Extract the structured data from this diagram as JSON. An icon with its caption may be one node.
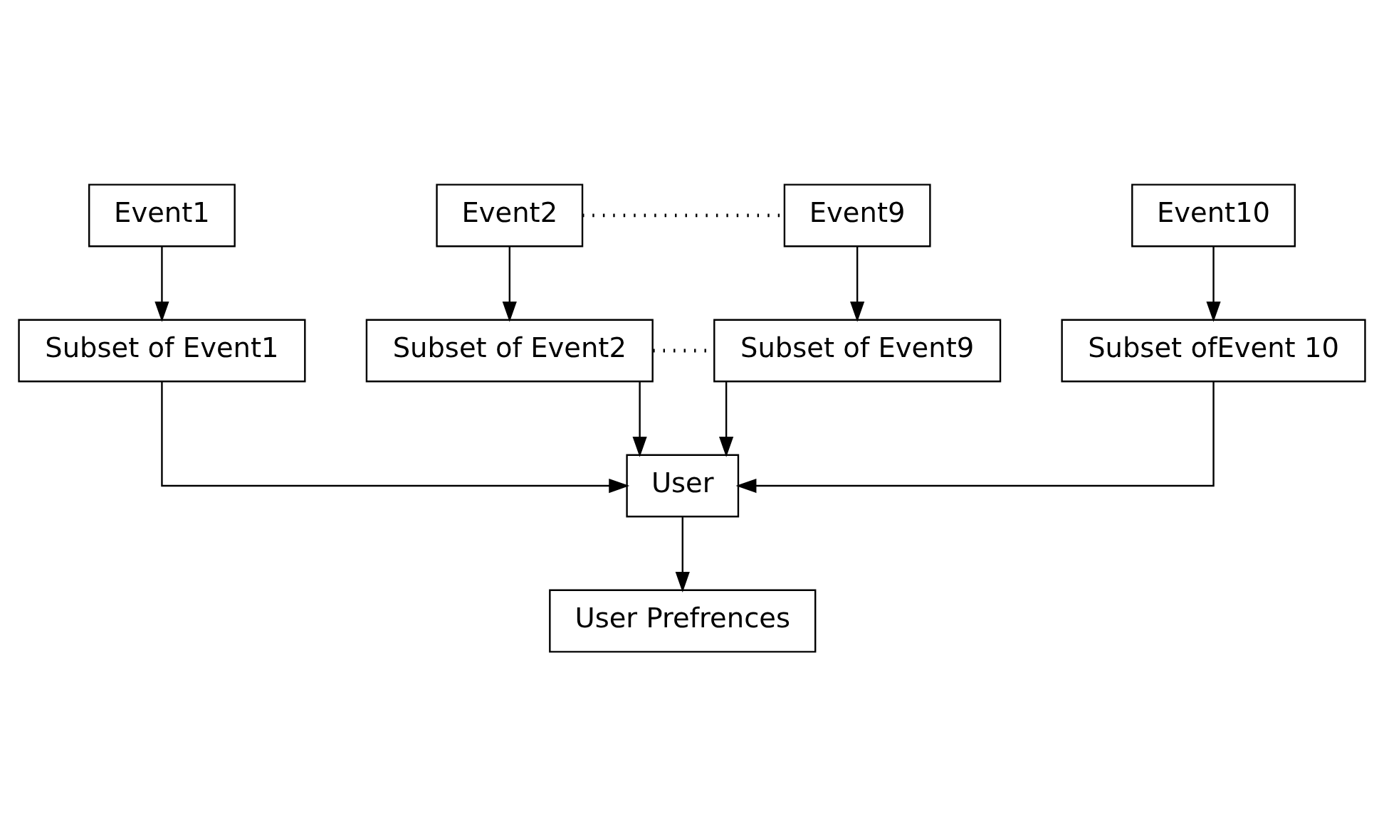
{
  "diagram": {
    "nodes": [
      {
        "text": [
          "Event1"
        ]
      },
      {
        "text": [
          "Event2"
        ]
      },
      {
        "text": [
          "Event9"
        ]
      },
      {
        "text": [
          "Event10"
        ]
      },
      {
        "text": [
          "Subset of Event1"
        ]
      },
      {
        "text": [
          "Subset of Event2"
        ]
      },
      {
        "text": [
          "Subset of Event9"
        ]
      },
      {
        "text": [
          "Subset ofEvent 10"
        ]
      },
      {
        "text": [
          "User"
        ]
      },
      {
        "text": [
          "User Prefrences"
        ]
      }
    ],
    "edges": [
      {
        "from": 0,
        "to": 4,
        "arrow": "to"
      },
      {
        "from": 1,
        "to": 5,
        "arrow": "to"
      },
      {
        "from": 2,
        "to": 6,
        "arrow": "to"
      },
      {
        "from": 3,
        "to": 7,
        "arrow": "to"
      },
      {
        "from": 1,
        "to": 2,
        "arrow": "none",
        "style": "dashed"
      },
      {
        "from": 5,
        "to": 6,
        "arrow": "none",
        "style": "dashed"
      },
      {
        "from": 4,
        "to": 8,
        "arrow": "to"
      },
      {
        "from": 5,
        "to": 8,
        "arrow": "to"
      },
      {
        "from": 6,
        "to": 8,
        "arrow": "to"
      },
      {
        "from": 7,
        "to": 8,
        "arrow": "to"
      },
      {
        "from": 8,
        "to": 9,
        "arrow": "to"
      }
    ]
  }
}
